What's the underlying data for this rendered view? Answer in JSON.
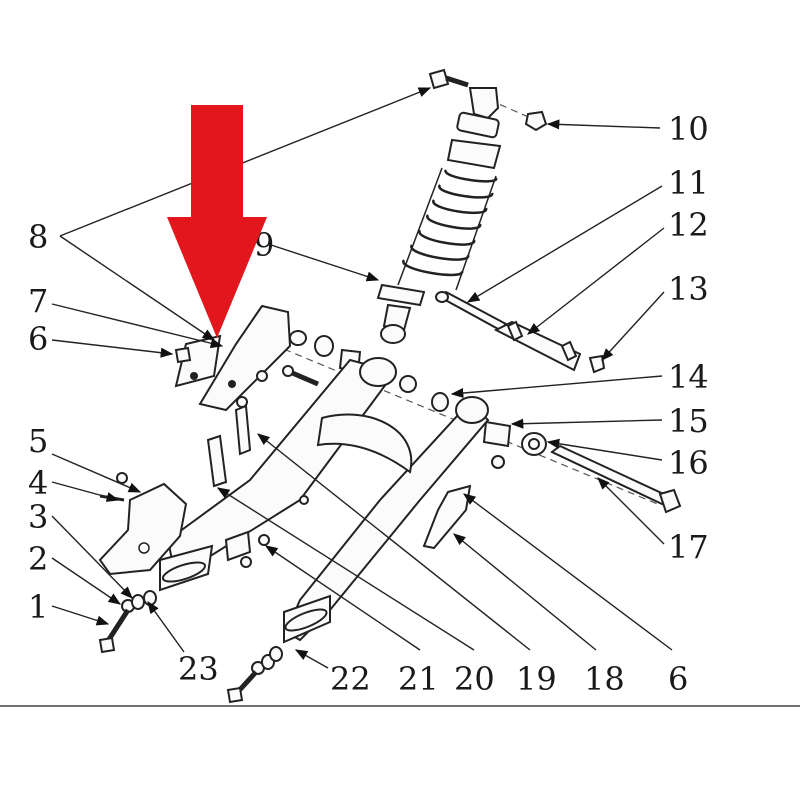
{
  "diagram": {
    "arrow_color": "#e3161d",
    "labels": {
      "l1": "1",
      "l2": "2",
      "l3": "3",
      "l4": "4",
      "l5": "5",
      "l6": "6",
      "l7": "7",
      "l8": "8",
      "l9": "9",
      "l10": "10",
      "l11": "11",
      "l12": "12",
      "l13": "13",
      "l14": "14",
      "l15": "15",
      "l16": "16",
      "l17": "17",
      "l18": "18",
      "l19": "19",
      "l20": "20",
      "l21": "21",
      "l22": "22",
      "l23": "23",
      "l6b": "6"
    }
  }
}
